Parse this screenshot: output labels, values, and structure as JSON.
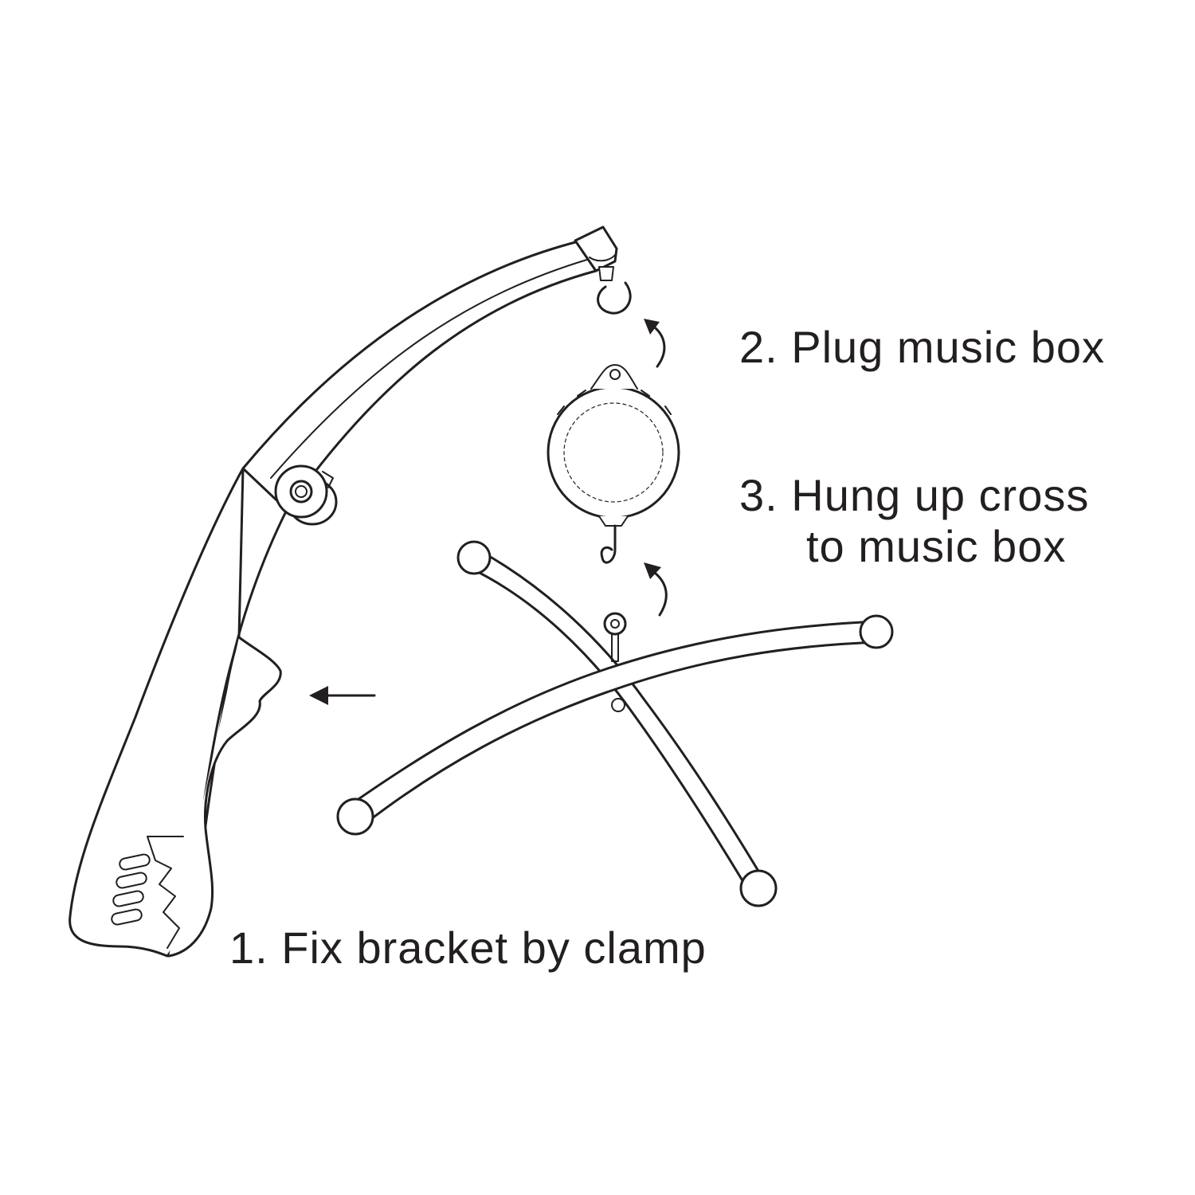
{
  "steps": [
    {
      "number": "1.",
      "text": "Fix bracket by clamp"
    },
    {
      "number": "2.",
      "text": "Plug music box"
    },
    {
      "number": "3.",
      "lines": [
        "Hung up cross",
        "to music box"
      ]
    }
  ],
  "colors": {
    "ink": "#231f20",
    "background": "#ffffff"
  }
}
